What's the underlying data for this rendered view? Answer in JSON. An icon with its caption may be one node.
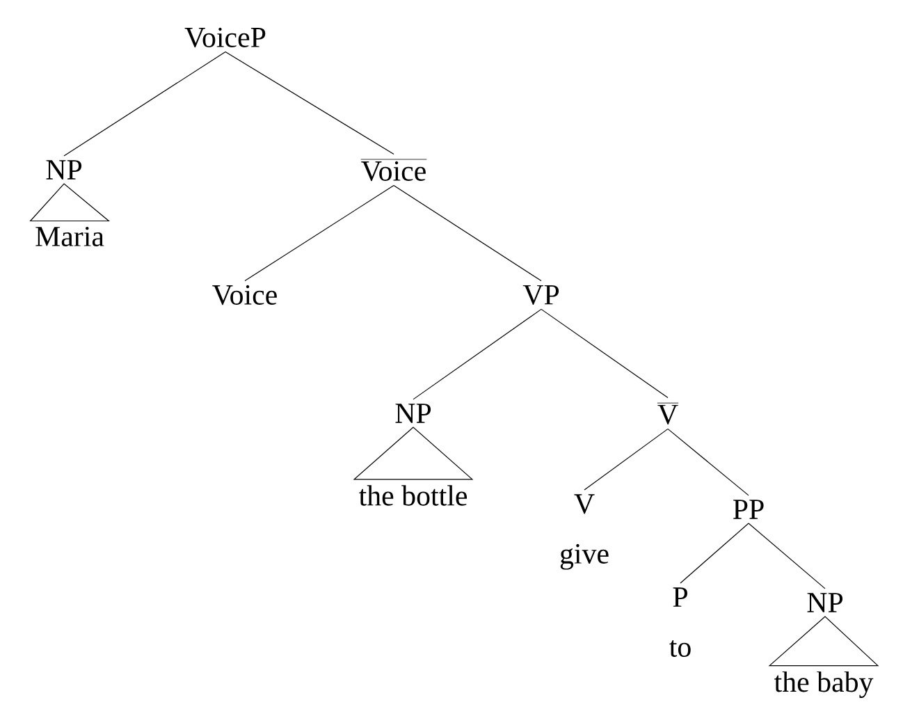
{
  "diagram": {
    "nodes": [
      {
        "text": [
          "VoiceP"
        ]
      },
      {
        "text": [
          "NP"
        ]
      },
      {
        "text": [
          "Maria"
        ]
      },
      {
        "text": [
          "Voice"
        ]
      },
      {
        "text": [
          "Voice"
        ]
      },
      {
        "text": [
          "VP"
        ]
      },
      {
        "text": [
          "NP"
        ]
      },
      {
        "text": [
          "the bottle"
        ]
      },
      {
        "text": [
          "V"
        ]
      },
      {
        "text": [
          "V",
          "give"
        ]
      },
      {
        "text": [
          "PP"
        ]
      },
      {
        "text": [
          "P",
          "to"
        ]
      },
      {
        "text": [
          "NP"
        ]
      },
      {
        "text": [
          "the baby"
        ]
      }
    ],
    "edges": [
      {
        "from": 0,
        "to": 1,
        "arrow": "none"
      },
      {
        "from": 0,
        "to": 3,
        "arrow": "none"
      },
      {
        "from": 1,
        "to": 2,
        "arrow": "none"
      },
      {
        "from": 3,
        "to": 4,
        "arrow": "none"
      },
      {
        "from": 3,
        "to": 5,
        "arrow": "none"
      },
      {
        "from": 5,
        "to": 6,
        "arrow": "none"
      },
      {
        "from": 5,
        "to": 8,
        "arrow": "none"
      },
      {
        "from": 6,
        "to": 7,
        "arrow": "none"
      },
      {
        "from": 8,
        "to": 9,
        "arrow": "none"
      },
      {
        "from": 8,
        "to": 10,
        "arrow": "none"
      },
      {
        "from": 10,
        "to": 11,
        "arrow": "none"
      },
      {
        "from": 10,
        "to": 12,
        "arrow": "none"
      },
      {
        "from": 12,
        "to": 13,
        "arrow": "none"
      }
    ]
  }
}
